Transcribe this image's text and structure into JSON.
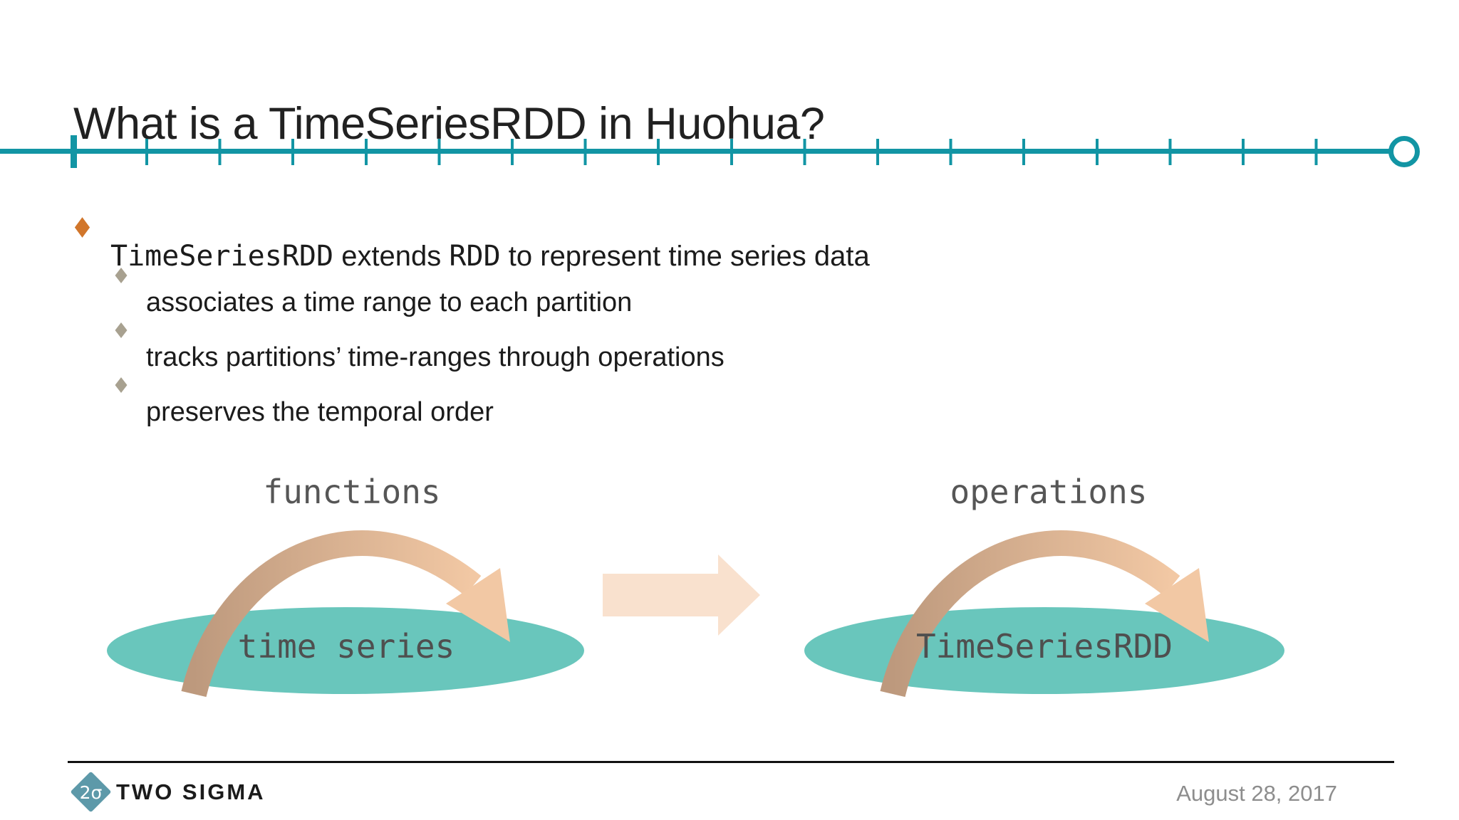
{
  "slide": {
    "title": "What is a TimeSeriesRDD in Huohua?",
    "date": "August 28, 2017"
  },
  "bullets": {
    "main": {
      "code1": "TimeSeriesRDD",
      "text1": " extends ",
      "code2": "RDD",
      "text2": " to represent time series data"
    },
    "sub": [
      "associates a time range to each partition",
      "tracks partitions’ time-ranges through operations",
      "preserves the temporal order"
    ]
  },
  "diagram": {
    "left": {
      "label": "functions",
      "ellipse_label": "time series"
    },
    "right": {
      "label": "operations",
      "ellipse_label": "TimeSeriesRDD"
    }
  },
  "footer": {
    "logo_glyph": "2σ",
    "brand": "TWO SIGMA"
  },
  "colors": {
    "timeline_teal": "#1295a4",
    "ellipse_teal": "#69c6bc",
    "arc_dark": "#bd997d",
    "arc_light": "#f2c8a4",
    "block_arrow_peach": "#f9e1ce",
    "bullet_orange": "#d1762b",
    "subbullet_khaki": "#a8a190",
    "logo_diamond_teal": "#5d99a9"
  }
}
